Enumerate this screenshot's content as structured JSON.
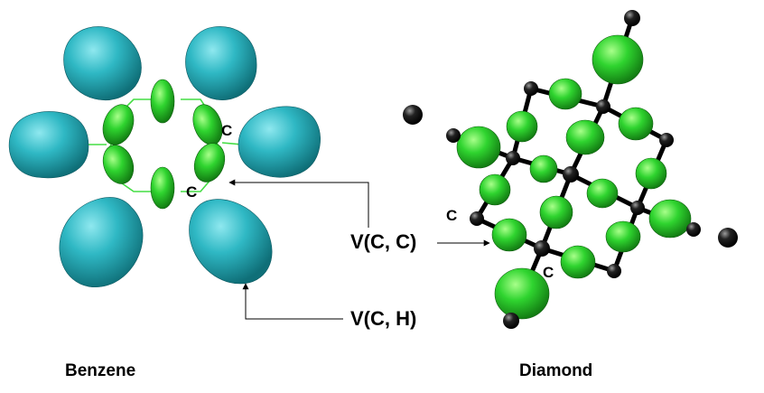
{
  "labels": {
    "vcc": "V(C, C)",
    "vch": "V(C, H)",
    "carbon": "C"
  },
  "captions": {
    "benzene": "Benzene",
    "diamond": "Diamond"
  },
  "colors": {
    "ch_basin": "#2fb8c4",
    "cc_basin": "#2ecc2e",
    "atom": "#111111",
    "bond": "#000000"
  }
}
